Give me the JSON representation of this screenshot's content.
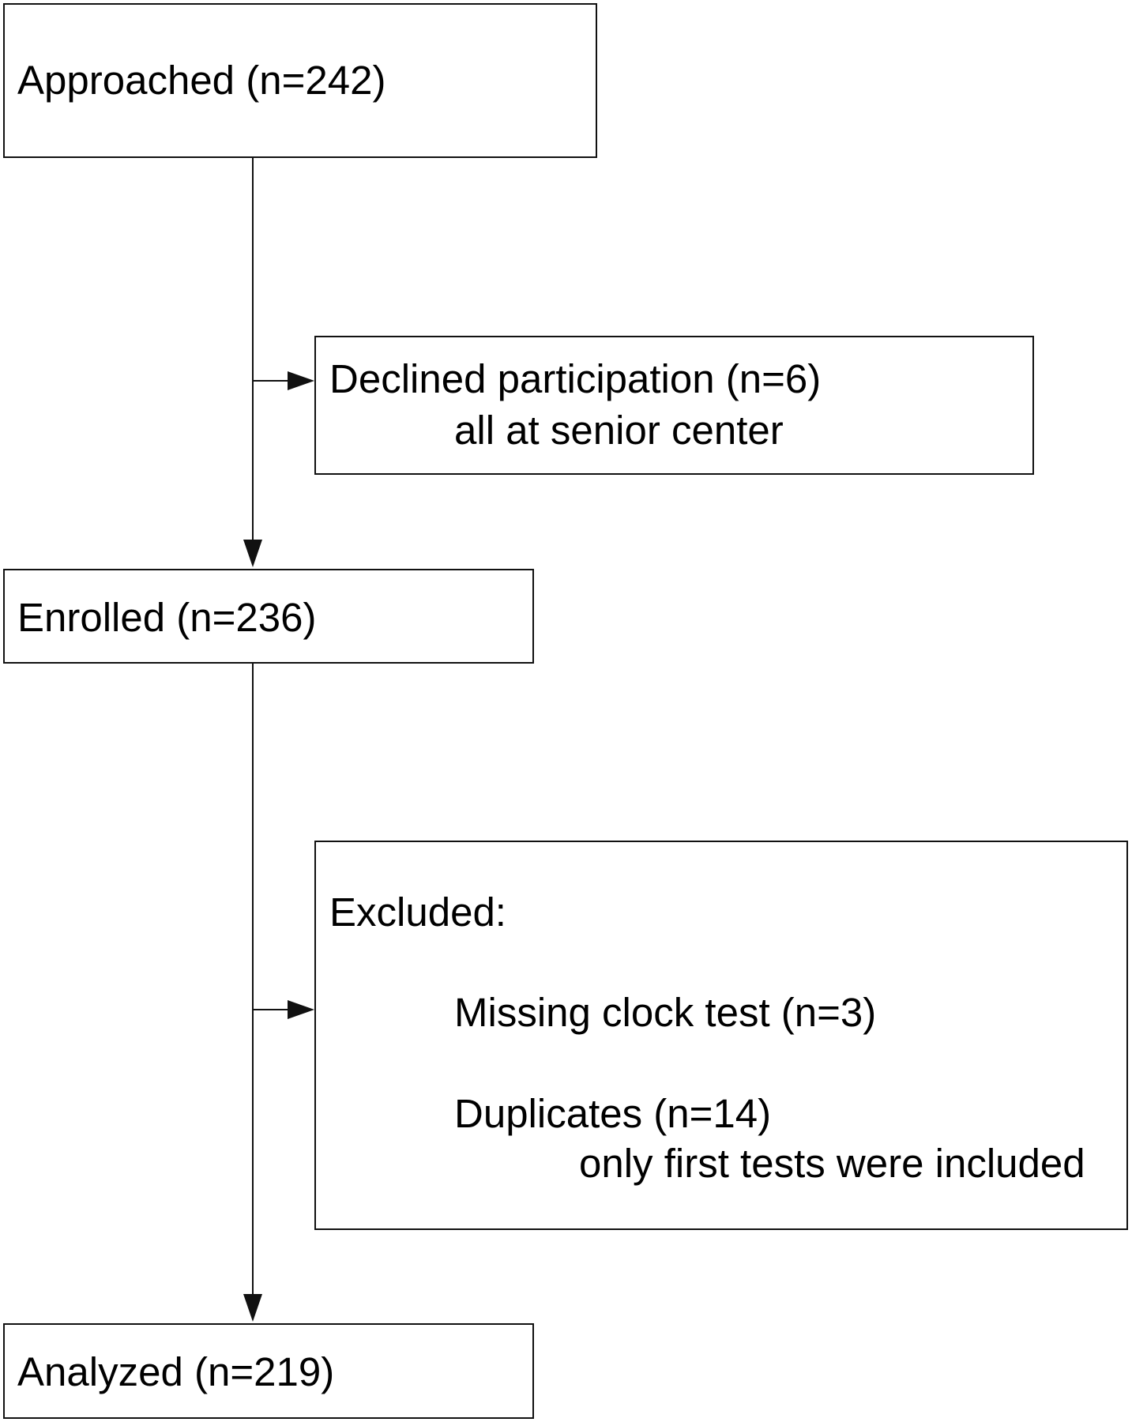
{
  "flowchart": {
    "approached": {
      "label": "Approached (n=242)"
    },
    "declined": {
      "line1": "Declined participation (n=6)",
      "line2": "all at senior center"
    },
    "enrolled": {
      "label": "Enrolled (n=236)"
    },
    "excluded": {
      "heading": "Excluded:",
      "item1": "Missing clock test (n=3)",
      "item2_line1": "Duplicates (n=14)",
      "item2_line2": "only first tests were included"
    },
    "analyzed": {
      "label": "Analyzed (n=219)"
    }
  },
  "colors": {
    "stroke": "#111111",
    "background": "#ffffff",
    "text": "#000000"
  }
}
